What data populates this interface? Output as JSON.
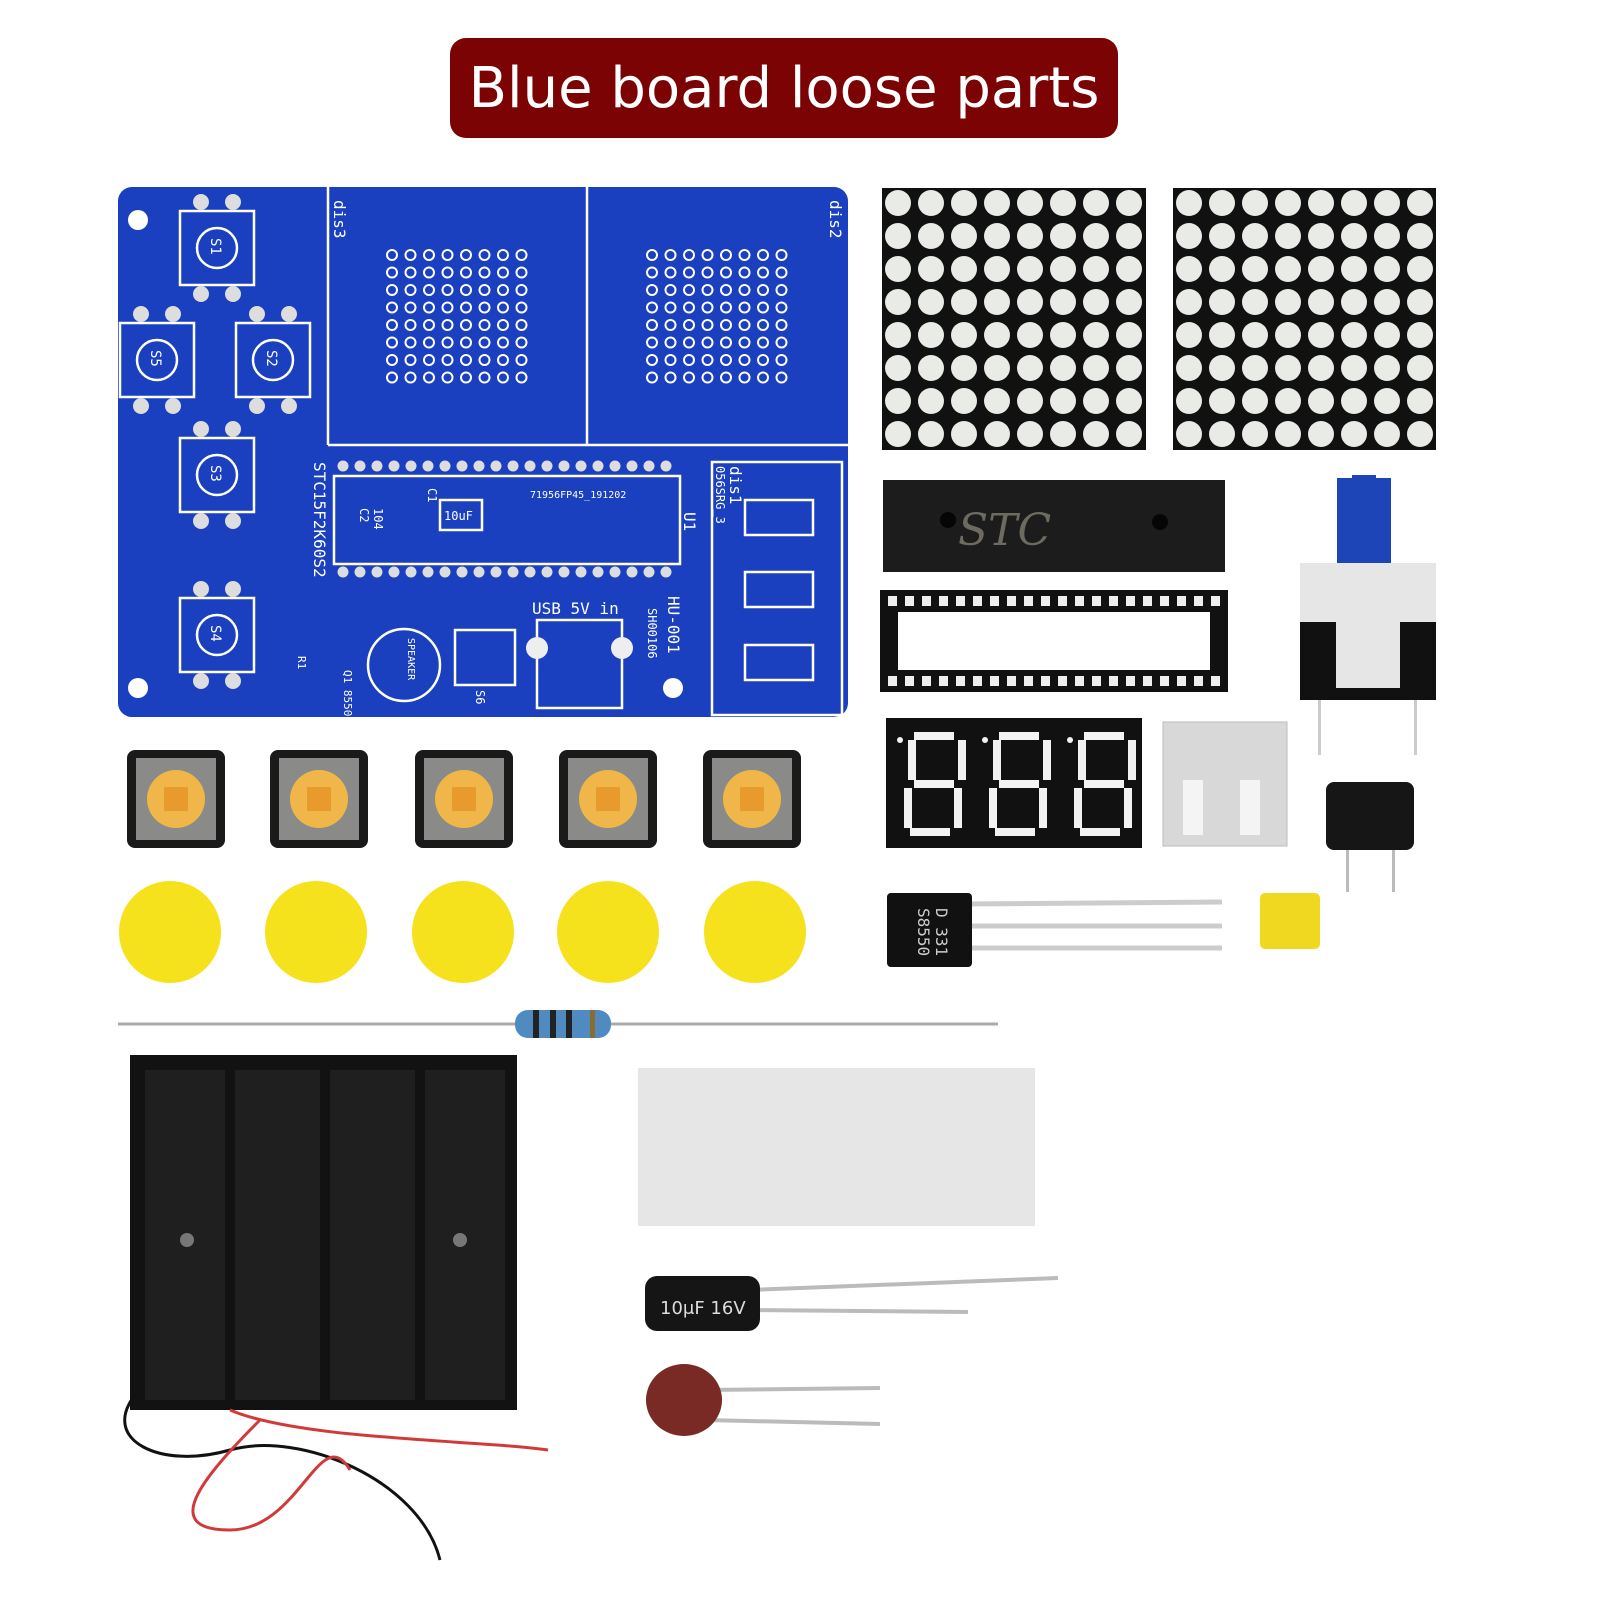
{
  "title": "Blue board loose parts",
  "colors": {
    "title_bg": "#7b0303",
    "pcb": "#1a3fbf",
    "yellow": "#f5e21c",
    "black": "#111111",
    "key": "#f0b64a"
  },
  "pcb": {
    "switch_labels": [
      "S1",
      "S2",
      "S3",
      "S4",
      "S5"
    ],
    "dis3": "dis3",
    "dis2": "dis2",
    "dis1": "dis1",
    "dis1_part": "056SRG_3",
    "mcu": "STC15F2K60S2",
    "chip_code": "71956FP45_191202",
    "u1": "U1",
    "c1": "C1",
    "c1_value": "10uF",
    "c2": "C2",
    "c2_value": "104",
    "usb_label": "USB 5V in",
    "board_name": "HU-001",
    "board_code": "SH00106",
    "speaker": "SPEAKER",
    "s6": "S6",
    "q1": "Q1 8550",
    "r1": "R1"
  },
  "parts": {
    "ic_marking": "STC",
    "transistor_marking": "S8550",
    "transistor_code": "D 331",
    "capacitor_marking": "10μF 16V",
    "tact_switch_count": 5,
    "key_cap_count": 5,
    "matrix_rows": 8,
    "matrix_cols": 8
  }
}
